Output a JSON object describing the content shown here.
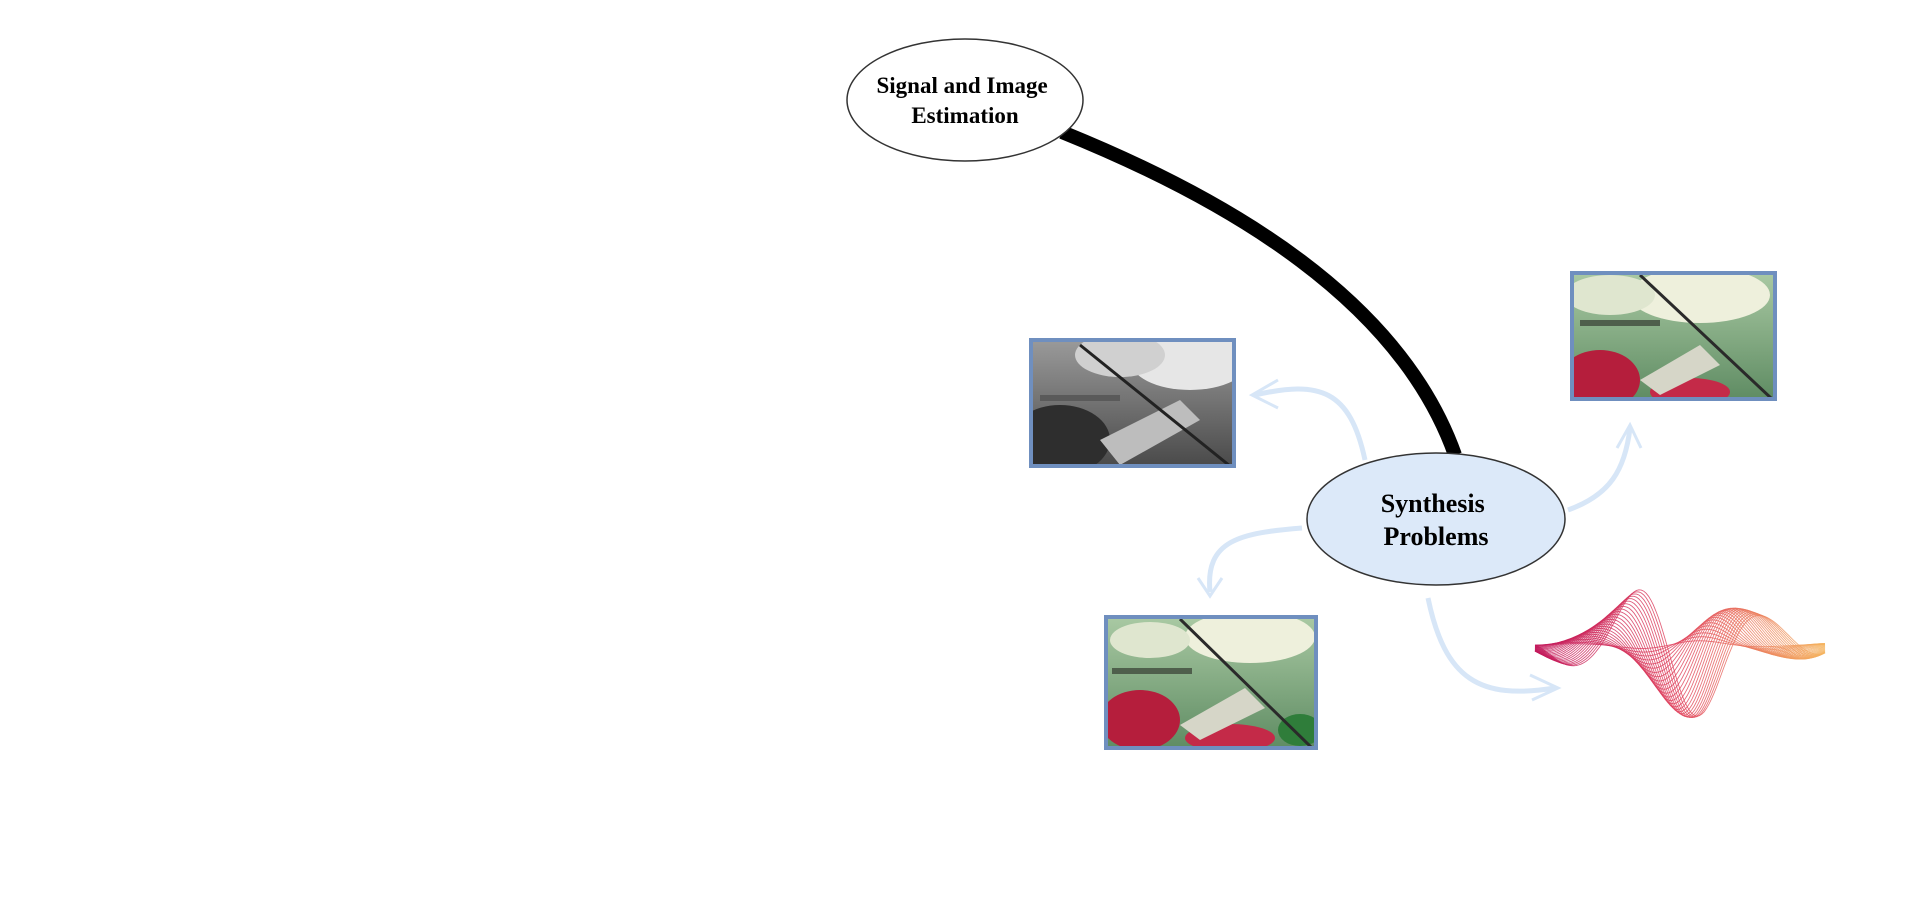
{
  "diagram": {
    "root_node": {
      "lines": [
        "Signal and Image",
        "Estimation"
      ]
    },
    "center_node": {
      "lines": [
        "Synthesis",
        "Problems"
      ]
    },
    "images": [
      {
        "name": "grayscale-garden-photo",
        "variant": "grayscale"
      },
      {
        "name": "color-garden-photo-top",
        "variant": "color-faded"
      },
      {
        "name": "color-garden-photo-bottom",
        "variant": "color"
      },
      {
        "name": "waveform-image",
        "variant": "wave"
      }
    ],
    "colors": {
      "center_fill": "#dce9f9",
      "arrow": "#d7e6f7",
      "frame": "#6f8fbf",
      "connector": "#000000",
      "wave_start": "#c2185b",
      "wave_end": "#f5b55f"
    }
  }
}
